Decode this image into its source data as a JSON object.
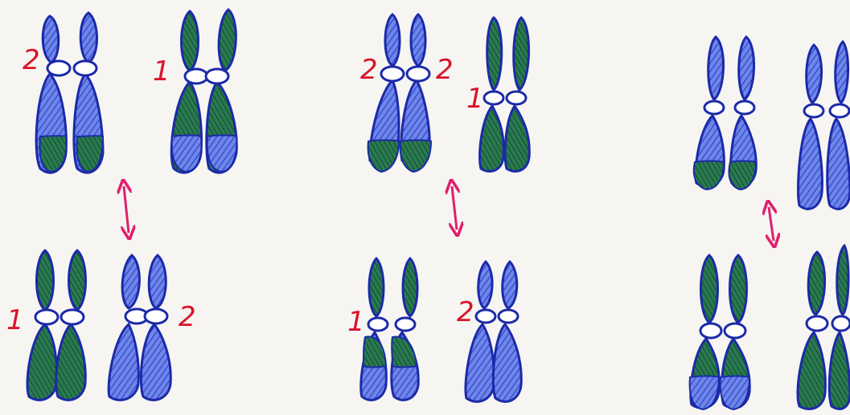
{
  "colors": {
    "paper": "#f7f5f2",
    "blue_chromatid": "#3a4fd8",
    "blue_fill": "#6e86e8",
    "green_segment": "#1f6a44",
    "outline": "#1b2aa8",
    "label_red": "#d8142a",
    "arrow_magenta": "#e0206c"
  },
  "panels": [
    {
      "top_pair_labels": [
        "2",
        "1"
      ],
      "bottom_pair_labels": [
        "1",
        "2"
      ],
      "arrow_icon": "double-headed-vertical-arrow"
    },
    {
      "top_pair_labels": [
        "2",
        "2",
        "1"
      ],
      "bottom_pair_labels": [
        "1",
        "2"
      ],
      "arrow_icon": "double-headed-vertical-arrow"
    },
    {
      "top_pair_labels": [],
      "bottom_pair_labels": [],
      "arrow_icon": "double-headed-vertical-arrow"
    }
  ]
}
